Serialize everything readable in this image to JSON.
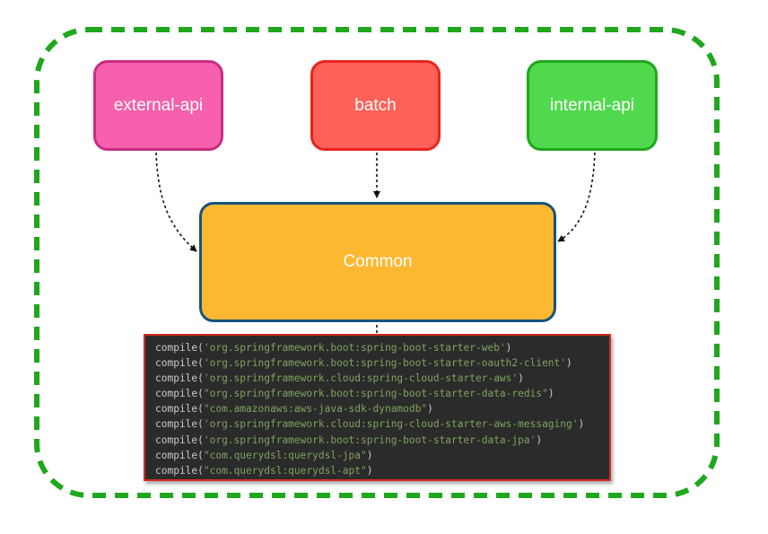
{
  "modules": {
    "external_api": {
      "label": "external-api",
      "fill": "#f660ac",
      "border": "#c92c83"
    },
    "batch": {
      "label": "batch",
      "fill": "#fe6157",
      "border": "#e8241f"
    },
    "internal_api": {
      "label": "internal-api",
      "fill": "#50d94c",
      "border": "#1fa71d"
    },
    "common": {
      "label": "Common",
      "fill": "#fdb832",
      "border": "#17537a"
    }
  },
  "container": {
    "border_color": "#1fa71d",
    "style": "dashed"
  },
  "code_panel": {
    "background": "#2b2b2b",
    "border": "#d72b22",
    "lines": [
      {
        "fn": "compile(",
        "arg": "'org.springframework.boot:spring-boot-starter-web'",
        "close": ")"
      },
      {
        "fn": "compile(",
        "arg": "'org.springframework.boot:spring-boot-starter-oauth2-client'",
        "close": ")"
      },
      {
        "fn": "compile(",
        "arg": "'org.springframework.cloud:spring-cloud-starter-aws'",
        "close": ")"
      },
      {
        "fn": "compile(",
        "arg": "\"org.springframework.boot:spring-boot-starter-data-redis\"",
        "close": ")"
      },
      {
        "fn": "compile(",
        "arg": "\"com.amazonaws:aws-java-sdk-dynamodb\"",
        "close": ")"
      },
      {
        "fn": "compile(",
        "arg": "'org.springframework.cloud:spring-cloud-starter-aws-messaging'",
        "close": ")"
      },
      {
        "fn": "compile(",
        "arg": "'org.springframework.boot:spring-boot-starter-data-jpa'",
        "close": ")"
      },
      {
        "fn": "compile(",
        "arg": "\"com.querydsl:querydsl-jpa\"",
        "close": ")"
      },
      {
        "fn": "compile(",
        "arg": "\"com.querydsl:querydsl-apt\"",
        "close": ")"
      }
    ]
  },
  "edges": [
    {
      "from": "external-api",
      "to": "Common"
    },
    {
      "from": "batch",
      "to": "Common"
    },
    {
      "from": "internal-api",
      "to": "Common"
    }
  ]
}
